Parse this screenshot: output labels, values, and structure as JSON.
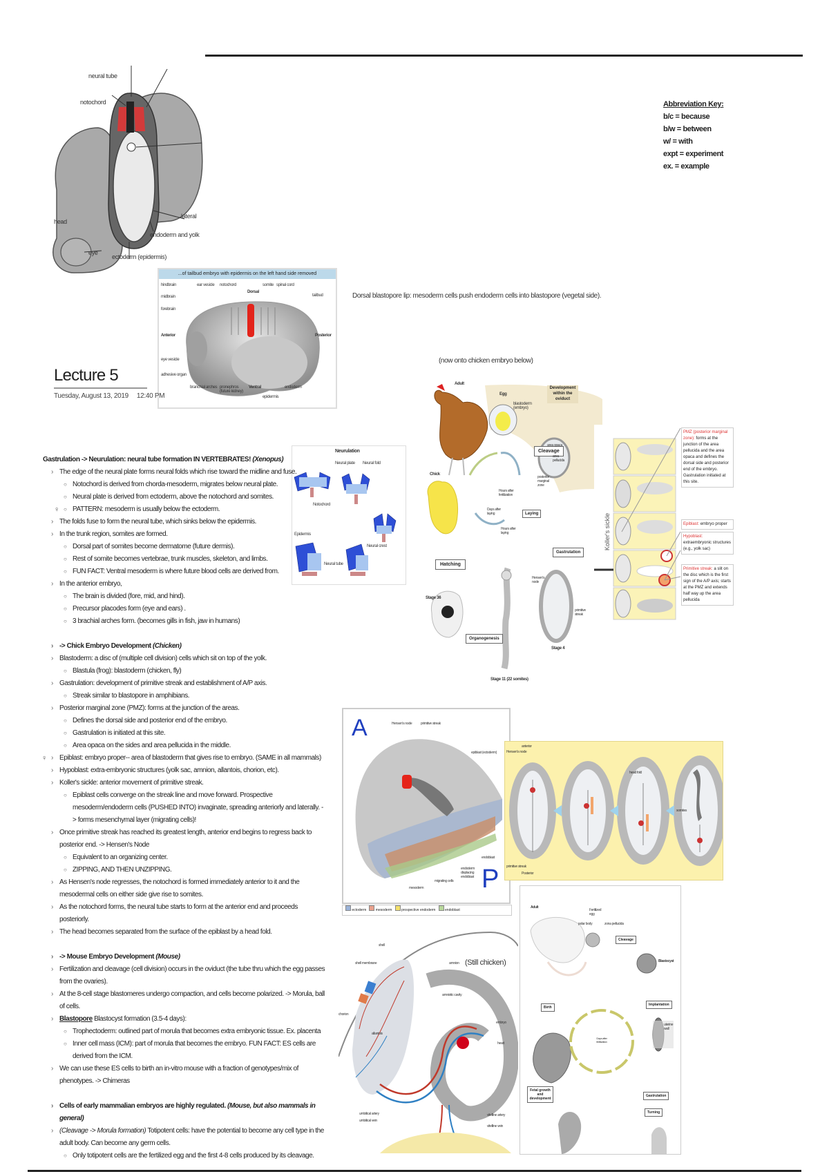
{
  "page": {
    "title": "Lecture 5",
    "date": "Tuesday, August 13, 2019",
    "time": "12:40 PM"
  },
  "abbreviation_key": {
    "heading": "Abbreviation Key:",
    "items": [
      "b/c = because",
      "b/w = between",
      "w/ = with",
      "expt = experiment",
      "ex. = example"
    ]
  },
  "captions": {
    "dorsal_lip": "Dorsal blastopore lip: mesoderm cells push endoderm cells into blastopore (vegetal side).",
    "chicken_note": "(now onto chicken embryo below)",
    "still_chicken": "(Still chicken)"
  },
  "figures": {
    "cross_section": {
      "labels": [
        "neural tube",
        "notochord",
        "head",
        "eye",
        "ectoderm (epidermis)",
        "endoderm and yolk",
        "lateral"
      ]
    },
    "xenopus_embryo": {
      "header": "...of tailbud embryo with epidermis on the left hand side removed",
      "labels": [
        "hindbrain",
        "ear vesicle",
        "notochord",
        "somite",
        "spinal cord",
        "midbrain",
        "forebrain",
        "tailbud",
        "Dorsal",
        "Anterior",
        "Posterior",
        "eye vesicle",
        "adhesive organ",
        "branchial arches",
        "pronephros (future kidney)",
        "Ventral",
        "epidermis",
        "endoderm"
      ]
    },
    "neurulation": {
      "title": "Neurulation",
      "labels": [
        "Neural plate",
        "Neural fold",
        "Notochord",
        "Epidermis",
        "Neural crest",
        "Neural tube"
      ]
    },
    "chicken_cycle": {
      "labels": [
        "Adult",
        "Egg",
        "blastoderm (embryo)",
        "Development within the oviduct",
        "Cleavage",
        "Chick",
        "Hours after fertilization",
        "Days after laying",
        "Laying",
        "Hours after laying",
        "area opaca",
        "area pellucida",
        "posterior marginal zone",
        "Gastrulation",
        "Hatching",
        "Hensen's node",
        "primitive streak",
        "Stage 36",
        "Organogenesis",
        "Stage 4",
        "Stage 11 (22 somites)"
      ]
    },
    "koller": {
      "side_label": "Koller's sickle",
      "notes": [
        {
          "term": "PMZ (posterior marginal zone):",
          "text": "forms at the junction of the area pellucida and the area opaca and defines the dorsal side and posterior end of the embryo. Gastrulation initiated at this site."
        },
        {
          "term": "Epiblast:",
          "text": "embryo proper"
        },
        {
          "term": "Hypoblast:",
          "text": "extraembryonic structures (e.g., yolk sac)"
        },
        {
          "term": "Primitive streak:",
          "text": "a slit on the disc which is the first sign of the A/P axis; starts at the PMZ and extends half way up the area pellucida"
        }
      ]
    },
    "streak_3d": {
      "axis_a": "A",
      "axis_p": "P",
      "labels": [
        "Hensen's node",
        "primitive streak",
        "epiblast (ectoderm)",
        "endoderm displacing endoblast",
        "endoblast",
        "migrating cells",
        "mesoderm"
      ],
      "legend": [
        "ectoderm",
        "mesoderm",
        "prospective endoderm",
        "endoblast"
      ]
    },
    "streak_regression": {
      "labels": [
        "anterior",
        "Hensen's node",
        "primitive streak",
        "Posterior",
        "head fold",
        "somites"
      ]
    },
    "chick_membranes": {
      "labels": [
        "shell",
        "shell membrane",
        "chorion",
        "allantois",
        "amnion",
        "amniotic cavity",
        "embryo",
        "heart",
        "umbilical artery",
        "umbilical vein",
        "vitelline artery",
        "vitelline vein"
      ]
    },
    "mouse_cycle": {
      "labels": [
        "Adult",
        "Fertilized egg",
        "polar body",
        "zona pellucida",
        "Cleavage",
        "Blastocyst",
        "Implantation",
        "uterine wall",
        "Birth",
        "Days after fertilization",
        "Fetal growth and development",
        "Gastrulation",
        "Turning"
      ]
    }
  },
  "notes": [
    {
      "level": 0,
      "style": "head",
      "text": "Gastrulation -> Neurulation: neural tube formation IN VERTEBRATES! ",
      "italic": "(Xenopus)"
    },
    {
      "level": 0,
      "text": "The edge of the neural plate forms neural folds which rise toward the midline and fuse."
    },
    {
      "level": 1,
      "text": "Notochord is derived from chorda-mesoderm, migrates below neural plate."
    },
    {
      "level": 1,
      "text": "Neural plate is derived from ectoderm, above the notochord and somites."
    },
    {
      "level": 1,
      "bulb": true,
      "text": "PATTERN: mesoderm is usually below the ectoderm."
    },
    {
      "level": 0,
      "text": "The folds fuse to form the neural tube, which sinks below the epidermis."
    },
    {
      "level": 0,
      "text": "In the trunk region, somites are formed."
    },
    {
      "level": 1,
      "text": "Dorsal part of somites become dermatome (future dermis)."
    },
    {
      "level": 1,
      "text": "Rest of somite becomes vertebrae, trunk muscles, skeleton, and limbs."
    },
    {
      "level": 1,
      "text": "FUN FACT: Ventral mesoderm is where future blood cells are derived from."
    },
    {
      "level": 0,
      "text": "In the anterior embryo,"
    },
    {
      "level": 1,
      "text": "The brain is divided (fore, mid, and hind)."
    },
    {
      "level": 1,
      "text": "Precursor placodes form (eye and ears) ."
    },
    {
      "level": 1,
      "text": "3 brachial arches form. (becomes gills in fish, jaw in humans)"
    },
    {
      "gap": true
    },
    {
      "level": 0,
      "style": "sechead",
      "text": "-> Chick Embryo Development ",
      "italic": "(Chicken)"
    },
    {
      "level": 0,
      "text": "Blastoderm: a disc of (multiple cell division) cells which sit on top of the yolk."
    },
    {
      "level": 1,
      "text": "Blastula (frog): blastoderm (chicken, fly)"
    },
    {
      "level": 0,
      "text": "Gastrulation: development of primitive streak and establishment of A/P axis."
    },
    {
      "level": 1,
      "text": "Streak similar to blastopore in amphibians."
    },
    {
      "level": 0,
      "text": "Posterior marginal zone (PMZ): forms at the junction of the areas."
    },
    {
      "level": 1,
      "text": "Defines the dorsal side and posterior end of the embryo."
    },
    {
      "level": 1,
      "text": "Gastrulation is initiated at this site."
    },
    {
      "level": 1,
      "text": "Area opaca on the sides and area pellucida in the middle."
    },
    {
      "level": 0,
      "bulb": true,
      "text": "Epiblast: embryo proper-- area of blastoderm that gives rise to embryo. (SAME in all mammals)"
    },
    {
      "level": 0,
      "text": "Hypoblast: extra-embryonic structures (yolk sac, amnion, allantois, chorion, etc)."
    },
    {
      "level": 0,
      "text": "Koller's sickle: anterior movement of primitive streak."
    },
    {
      "level": 1,
      "text": "Epiblast cells converge on the streak line and move forward. Prospective mesoderm/endoderm cells (PUSHED INTO) invaginate, spreading anteriorly and laterally. -> forms mesenchymal layer (migrating cells)!"
    },
    {
      "level": 0,
      "text": "Once primitive streak has reached its greatest length, anterior end begins to regress back to posterior end. -> Hensen's Node"
    },
    {
      "level": 1,
      "text": "Equivalent to an organizing center."
    },
    {
      "level": 1,
      "text": "ZIPPING, AND THEN UNZIPPING."
    },
    {
      "level": 0,
      "text": "As Hensen's node regresses, the notochord is formed immediately anterior to it and the mesodermal cells on either side give rise to somites."
    },
    {
      "level": 0,
      "text": "As the notochord forms, the neural tube starts to form at the anterior end and proceeds posteriorly."
    },
    {
      "level": 0,
      "text": "The head becomes separated from the surface of the epiblast by a head fold."
    },
    {
      "gap": true
    },
    {
      "level": 0,
      "style": "sechead",
      "text": "-> Mouse Embryo Development ",
      "italic": "(Mouse)"
    },
    {
      "level": 0,
      "text": "Fertilization and cleavage (cell division) occurs in the oviduct (the tube thru which the egg passes from the ovaries)."
    },
    {
      "level": 0,
      "text": "At the 8-cell stage blastomeres undergo compaction, and cells become polarized. -> Morula, ball of cells."
    },
    {
      "level": 0,
      "underline": "Blastopore",
      "text": " Blastocyst formation (3.5-4 days):"
    },
    {
      "level": 1,
      "text": "Trophectoderm: outlined part of morula that becomes extra embryonic tissue. Ex. placenta"
    },
    {
      "level": 1,
      "text": "Inner cell mass (ICM): part of morula that becomes the embryo. FUN FACT: ES cells are derived from the ICM."
    },
    {
      "level": 0,
      "text": "We can use these ES cells to birth an in-vitro mouse with a fraction of genotypes/mix of phenotypes. -> Chimeras"
    },
    {
      "gap": true
    },
    {
      "level": 0,
      "style": "sechead",
      "text": "Cells of early mammalian embryos are highly regulated. ",
      "italic": "(Mouse, but also mammals in general)"
    },
    {
      "level": 0,
      "italic_lead": "(Cleavage -> Morula formation)",
      "text": " Totipotent cells: have the potential to become any cell type in the adult body. Can become any germ cells."
    },
    {
      "level": 1,
      "text": "Only totipotent cells are the fertilized egg and the first 4-8 cells produced by its cleavage."
    }
  ]
}
